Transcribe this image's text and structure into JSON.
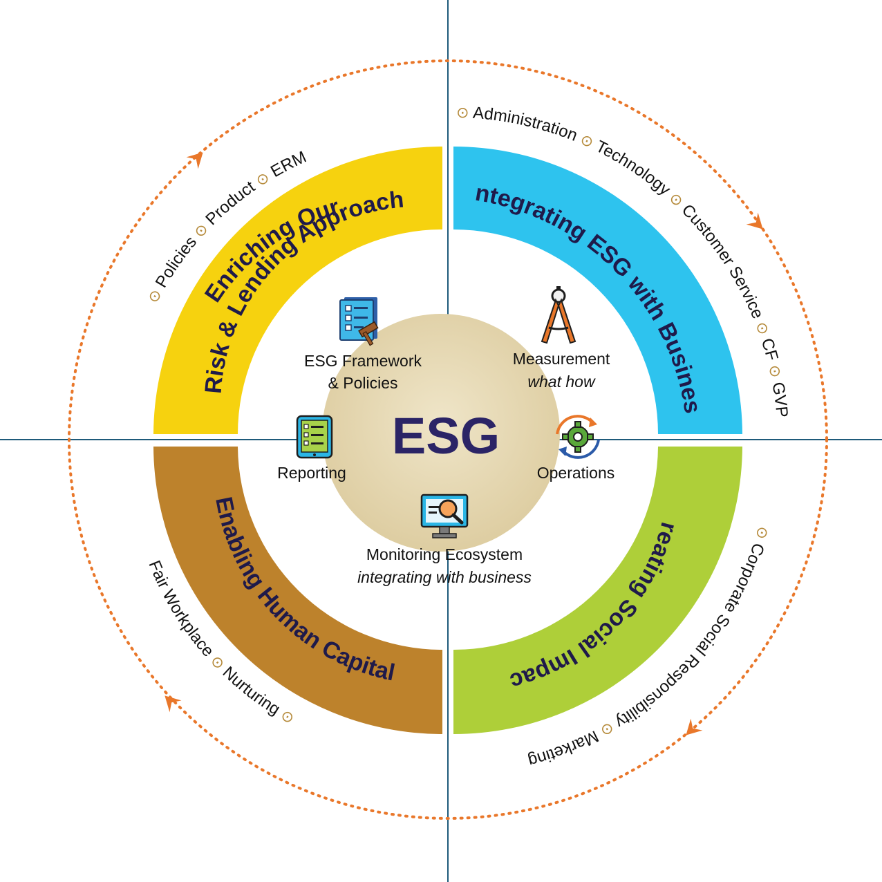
{
  "center": {
    "title": "ESG"
  },
  "quadrants": [
    {
      "id": "risk",
      "title_line1": "Enriching Our",
      "title_line2": "Risk & Lending Approach",
      "color": "#f6d20f",
      "outer_items": [
        "Policies",
        "Product",
        "ERM"
      ]
    },
    {
      "id": "business",
      "title": "Integrating ESG with Business",
      "color": "#2ec3ee",
      "outer_items": [
        "Administration",
        "Technology",
        "Customer Service",
        "CF",
        "GVP"
      ]
    },
    {
      "id": "social",
      "title": "Creating Social Impact",
      "color": "#aecf39",
      "outer_items": [
        "Corporate Social Responsibility",
        "Marketing"
      ]
    },
    {
      "id": "human",
      "title": "Enabling Human Capital",
      "color": "#bd822c",
      "outer_items": [
        "Nurturing",
        "Fair Workplace"
      ]
    }
  ],
  "inner": {
    "framework": {
      "line1": "ESG Framework",
      "line2": "& Policies",
      "icon": "checklist-document-gavel-icon"
    },
    "measurement": {
      "line1": "Measurement",
      "line2": "what how",
      "icon": "drafting-compass-icon"
    },
    "reporting": {
      "label": "Reporting",
      "icon": "tablet-checklist-icon"
    },
    "operations": {
      "label": "Operations",
      "icon": "gear-cycle-icon"
    },
    "monitoring": {
      "line1": "Monitoring Ecosystem",
      "line2": "integrating with business",
      "icon": "monitor-magnifier-icon"
    }
  },
  "colors": {
    "dotted_ring": "#e9772a",
    "axis_lines": "#1e5a7a",
    "bullet": "#b58a3a",
    "center_disc": "#e3d6b2",
    "title_text": "#1f1a4a"
  }
}
